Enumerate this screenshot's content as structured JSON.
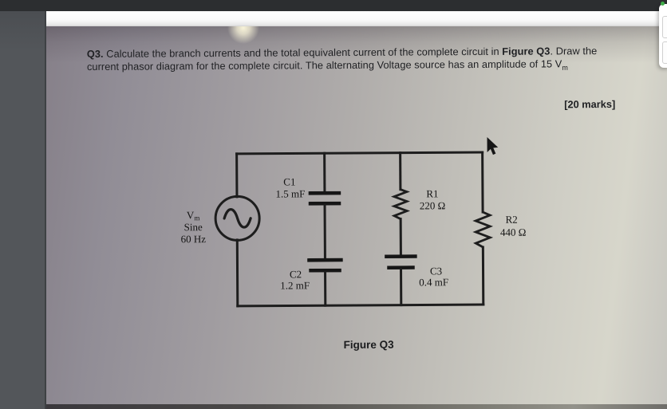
{
  "question": {
    "q_label": "Q3.",
    "line1_text": " Calculate the branch currents and the total equivalent current of the complete circuit in ",
    "line1_figref": "Figure Q3",
    "line1_period": ".",
    "line2_text": "Draw the current phasor diagram for the complete circuit. The alternating Voltage source has an amplitude",
    "line3_text": "of 15 V",
    "line3_subscript": "m",
    "marks": "[20 marks]"
  },
  "circuit": {
    "source": {
      "v": "V",
      "v_sub": "m",
      "waveform": "Sine",
      "frequency": "60 Hz"
    },
    "c1": {
      "name": "C1",
      "value": "1.5 mF"
    },
    "c2": {
      "name": "C2",
      "value": "1.2 mF"
    },
    "r1": {
      "name": "R1",
      "value": "220 Ω"
    },
    "c3": {
      "name": "C3",
      "value": "0.4 mF"
    },
    "r2": {
      "name": "R2",
      "value": "440 Ω"
    }
  },
  "figure": {
    "caption": "Figure Q3"
  },
  "colors": {
    "topbar": "#2c2e30",
    "sidebar": "#53565a",
    "indicator_green": "#3fae49",
    "ink": "#1d1d1d"
  }
}
